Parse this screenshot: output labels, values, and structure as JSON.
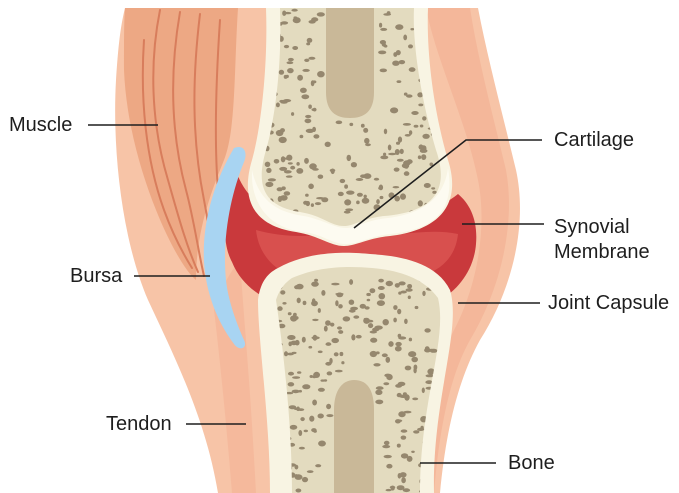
{
  "labels": {
    "muscle": "Muscle",
    "bursa": "Bursa",
    "tendon": "Tendon",
    "cartilage": "Cartilage",
    "synovial_line1": "Synovial",
    "synovial_line2": "Membrane",
    "joint_capsule": "Joint Capsule",
    "bone": "Bone"
  },
  "colors": {
    "skin_outer": "#f7c4a7",
    "muscle": "#eda884",
    "muscle_fibers": "#d87d5c",
    "capsule_band": "#f4b79a",
    "bone_outer": "#f8f4e3",
    "bone_spongy": "#e3dbbf",
    "bone_pores": "#95876e",
    "marrow": "#c9b898",
    "synovial": "#c9393c",
    "synovial_inner": "#de5a55",
    "bursa": "#a8d4f2",
    "leader_line": "#1e1e1e"
  }
}
